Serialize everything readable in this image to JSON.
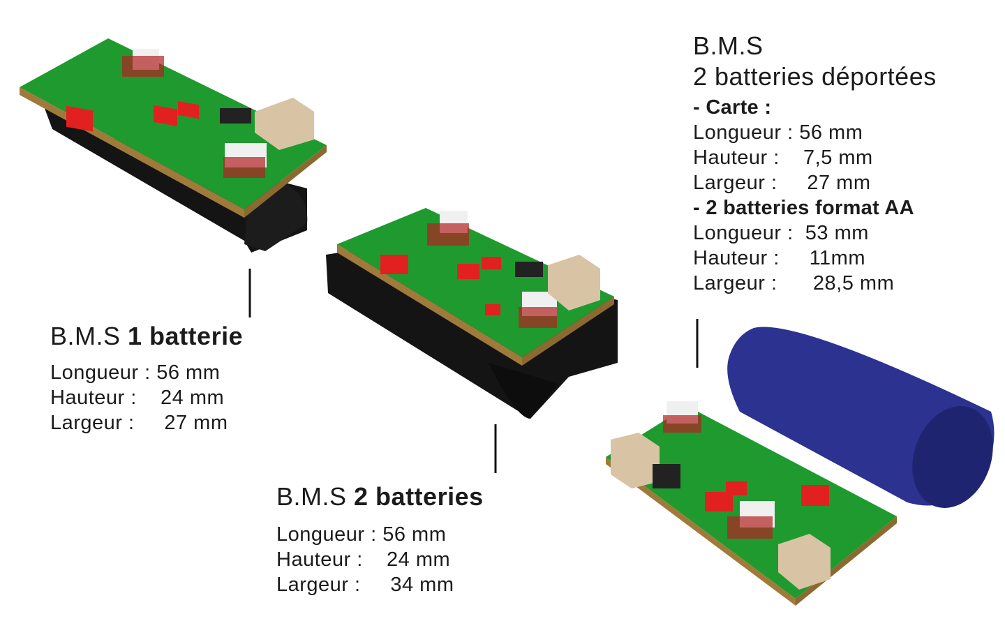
{
  "product_1": {
    "title_prefix": "B.M.S",
    "title_bold": "1 batterie",
    "lines": [
      "Longueur : 56 mm",
      "Hauteur :    24 mm",
      "Largeur :     27 mm"
    ]
  },
  "product_2": {
    "title_prefix": "B.M.S",
    "title_bold": "2 batteries",
    "lines": [
      "Longueur : 56 mm",
      "Hauteur :    24 mm",
      "Largeur :     34 mm"
    ]
  },
  "product_3": {
    "title_line1": "B.M.S",
    "title_line2": "2 batteries déportées",
    "card_heading": "- Carte :",
    "card_lines": [
      "Longueur : 56 mm",
      "Hauteur :    7,5 mm",
      "Largeur :     27 mm"
    ],
    "battery_heading": "- 2 batteries format AA",
    "battery_lines": [
      "Longueur :  53 mm",
      "Hauteur :     11mm",
      "Largeur :      28,5 mm"
    ]
  },
  "colors": {
    "pcb": "#1f9a2e",
    "chip_red": "#e0211f",
    "holder": "#141414",
    "battery": "#2b3290",
    "connector": "#d8c3a5"
  }
}
